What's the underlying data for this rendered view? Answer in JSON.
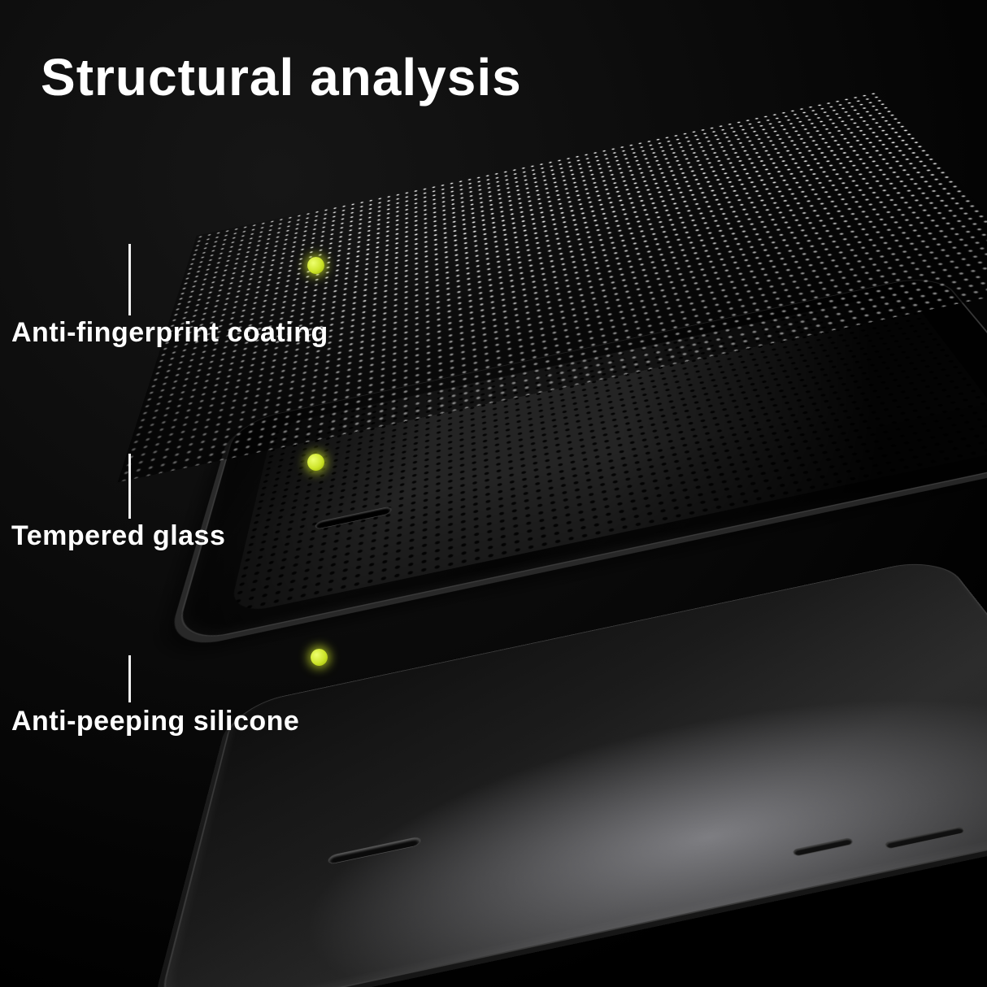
{
  "title": "Structural analysis",
  "callouts": [
    {
      "label": "Anti-fingerprint coating"
    },
    {
      "label": "Tempered glass"
    },
    {
      "label": "Anti-peeping silicone"
    }
  ],
  "layers": [
    {
      "name": "anti-fingerprint-coating-mesh",
      "texture": "bright-dot-mesh"
    },
    {
      "name": "tempered-glass-protector",
      "texture": "perforated-dark-glass"
    },
    {
      "name": "anti-peeping-silicone-body",
      "texture": "smooth-dark-silicone"
    }
  ],
  "colors": {
    "background": "#000000",
    "text": "#ffffff",
    "marker": "#cde42a",
    "line": "#f2f2f2"
  }
}
